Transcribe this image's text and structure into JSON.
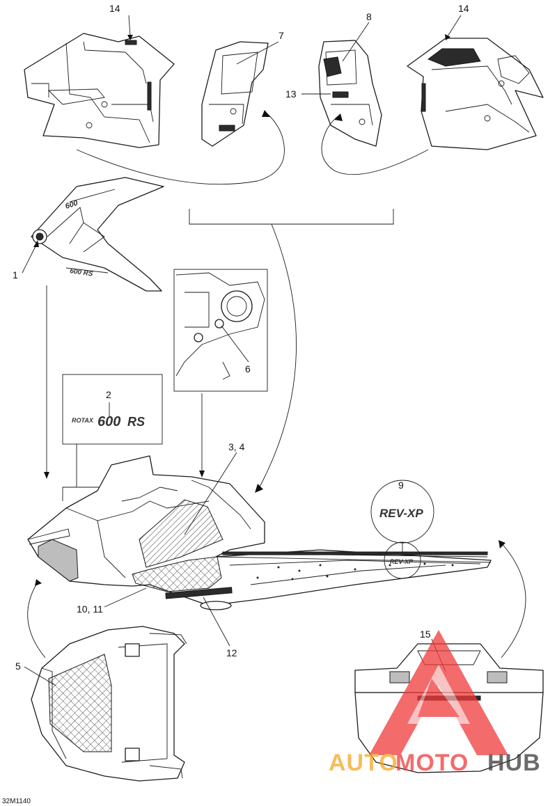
{
  "diagram": {
    "callouts": {
      "c1": "1",
      "c2": "2",
      "c3_4": "3, 4",
      "c5": "5",
      "c6": "6",
      "c7": "7",
      "c8": "8",
      "c9": "9",
      "c10_11": "10, 11",
      "c12": "12",
      "c13": "13",
      "c14_left": "14",
      "c14_right": "14",
      "c15": "15"
    },
    "figure_code": "32M1140",
    "decal_text": {
      "rotax": "ROTAX",
      "engine": "600",
      "suffix": "RS",
      "badge": "REV-XP"
    },
    "watermark": {
      "part1": "AUTO",
      "part2": "MOTO",
      "part3": "HUB",
      "color_main": "#f03a3a",
      "color_accent": "#f5a623",
      "color_dark": "#3a3a3a"
    }
  }
}
